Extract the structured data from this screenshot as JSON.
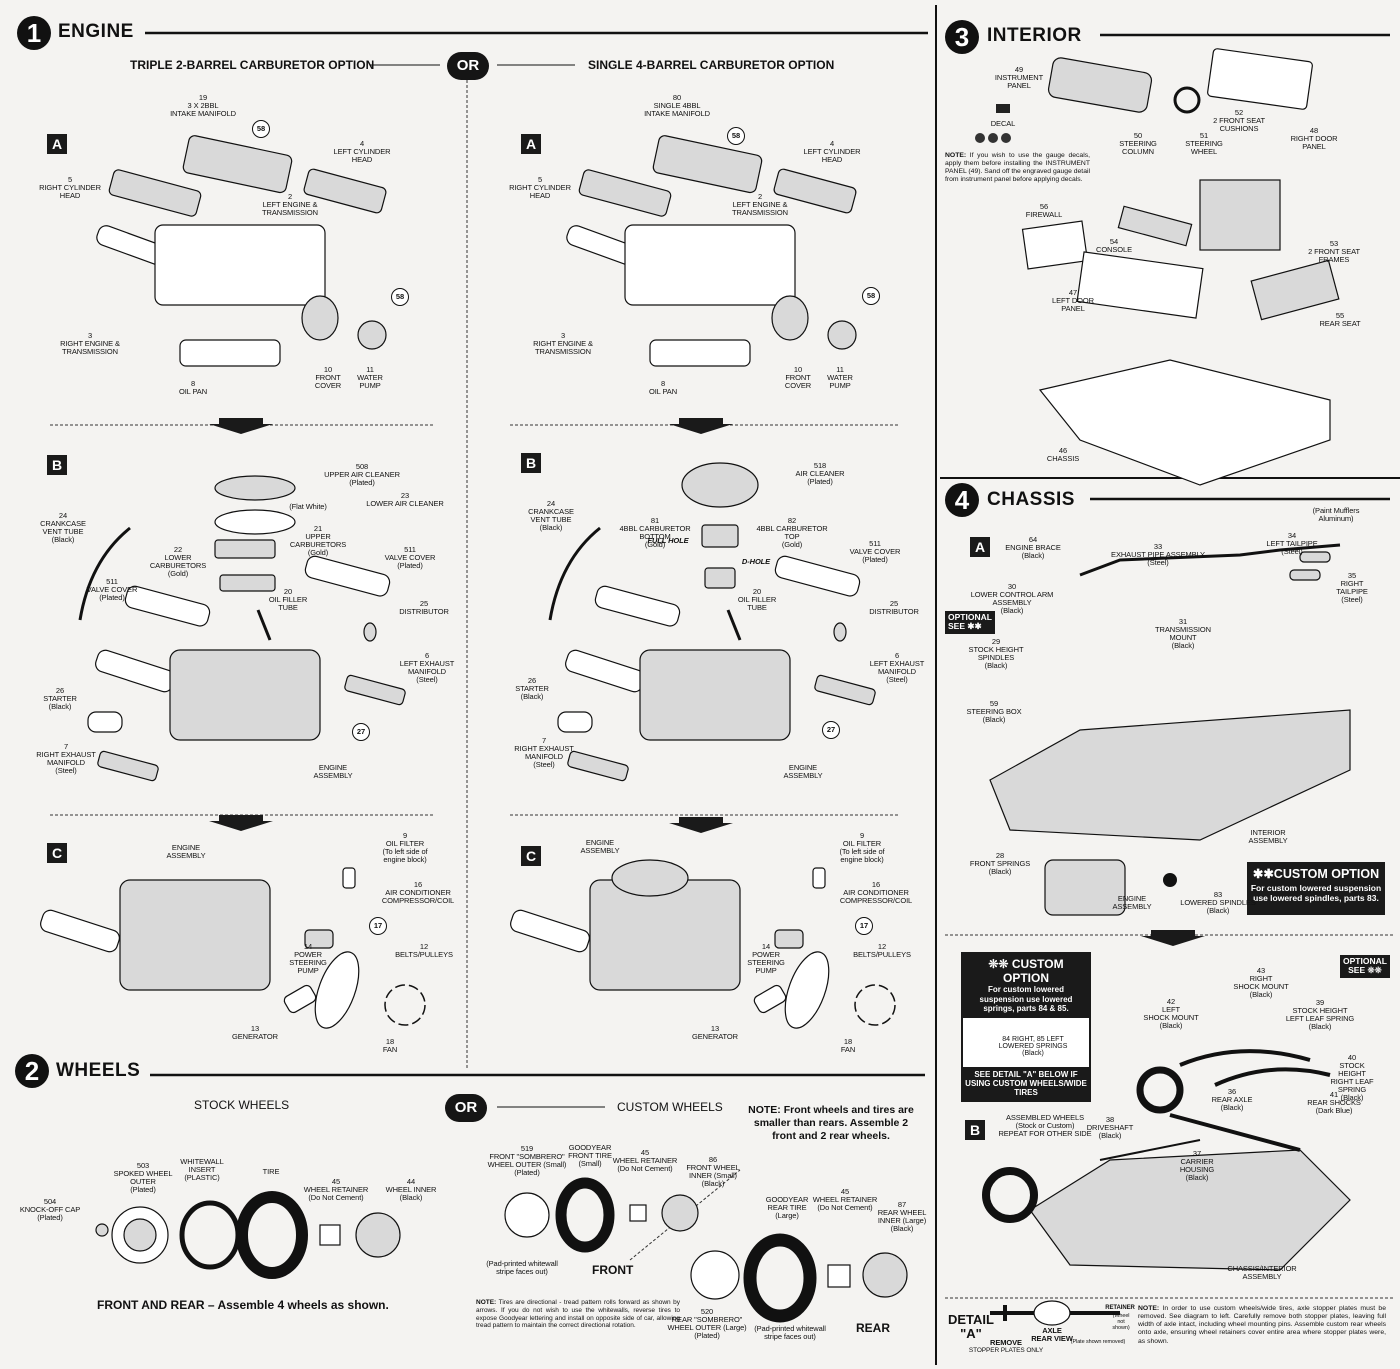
{
  "engine": {
    "num": "1",
    "title": "ENGINE",
    "or": "OR",
    "left_option": "TRIPLE 2-BARREL CARBURETOR OPTION",
    "right_option": "SINGLE 4-BARREL CARBURETOR OPTION",
    "steps": [
      "A",
      "B",
      "C"
    ],
    "callouts": {
      "a": "58",
      "b": "27",
      "c": "17"
    },
    "left": {
      "a": [
        "19\n3 X 2BBL\nINTAKE MANIFOLD",
        "4\nLEFT CYLINDER\nHEAD",
        "5\nRIGHT CYLINDER\nHEAD",
        "2\nLEFT ENGINE &\nTRANSMISSION",
        "3\nRIGHT ENGINE &\nTRANSMISSION",
        "8\nOIL PAN",
        "10\nFRONT\nCOVER",
        "11\nWATER\nPUMP"
      ],
      "b": [
        "508\nUPPER AIR CLEANER\n(Plated)",
        "(Flat White)",
        "23\nLOWER AIR CLEANER",
        "24\nCRANKCASE\nVENT TUBE\n(Black)",
        "21\nUPPER\nCARBURETORS\n(Gold)",
        "22\nLOWER\nCARBURETORS\n(Gold)",
        "511\nVALVE COVER\n(Plated)",
        "511\nVALVE COVER\n(Plated)",
        "20\nOIL FILLER\nTUBE",
        "25\nDISTRIBUTOR",
        "6\nLEFT EXHAUST\nMANIFOLD\n(Steel)",
        "26\nSTARTER\n(Black)",
        "7\nRIGHT EXHAUST\nMANIFOLD\n(Steel)",
        "ENGINE\nASSEMBLY"
      ],
      "c": [
        "ENGINE\nASSEMBLY",
        "9\nOIL FILTER\n(To left side of\nengine block)",
        "16\nAIR CONDITIONER\nCOMPRESSOR/COIL",
        "12\nBELTS/PULLEYS",
        "14\nPOWER\nSTEERING\nPUMP",
        "13\nGENERATOR",
        "18\nFAN"
      ]
    },
    "right": {
      "a": [
        "80\nSINGLE 4BBL\nINTAKE MANIFOLD",
        "4\nLEFT CYLINDER\nHEAD",
        "5\nRIGHT CYLINDER\nHEAD",
        "2\nLEFT ENGINE &\nTRANSMISSION",
        "3\nRIGHT ENGINE &\nTRANSMISSION",
        "8\nOIL PAN",
        "10\nFRONT\nCOVER",
        "11\nWATER\nPUMP"
      ],
      "b": [
        "518\nAIR CLEANER\n(Plated)",
        "24\nCRANKCASE\nVENT TUBE\n(Black)",
        "81\n4BBL CARBURETOR\nBOTTOM\n(Gold)",
        "82\n4BBL CARBURETOR\nTOP\n(Gold)",
        "FULL HOLE",
        "D-HOLE",
        "511\nVALVE COVER\n(Plated)",
        "20\nOIL FILLER\nTUBE",
        "25\nDISTRIBUTOR",
        "6\nLEFT EXHAUST\nMANIFOLD\n(Steel)",
        "26\nSTARTER\n(Black)",
        "7\nRIGHT EXHAUST\nMANIFOLD\n(Steel)",
        "ENGINE\nASSEMBLY"
      ],
      "c": [
        "ENGINE\nASSEMBLY",
        "9\nOIL FILTER\n(To left side of\nengine block)",
        "16\nAIR CONDITIONER\nCOMPRESSOR/COIL",
        "12\nBELTS/PULLEYS",
        "14\nPOWER\nSTEERING\nPUMP",
        "13\nGENERATOR",
        "18\nFAN"
      ]
    }
  },
  "wheels": {
    "num": "2",
    "title": "WHEELS",
    "or": "OR",
    "stock_title": "STOCK WHEELS",
    "custom_title": "CUSTOM WHEELS",
    "size_note": "NOTE: Front wheels and tires are smaller than rears. Assemble 2 front and 2 rear wheels.",
    "stock": [
      "503\nSPOKED WHEEL\nOUTER\n(Plated)",
      "WHITEWALL\nINSERT\n(PLASTIC)",
      "TIRE",
      "45\nWHEEL RETAINER\n(Do Not Cement)",
      "44\nWHEEL INNER\n(Black)",
      "504\nKNOCK-OFF CAP\n(Plated)"
    ],
    "stock_caption": "FRONT AND REAR – Assemble 4 wheels as shown.",
    "custom": [
      "519\nFRONT \"SOMBRERO\"\nWHEEL OUTER (Small)\n(Plated)",
      "GOODYEAR\nFRONT TIRE\n(Small)",
      "45\nWHEEL RETAINER\n(Do Not Cement)",
      "86\nFRONT WHEEL\nINNER (Small)\n(Black)",
      "GOODYEAR\nREAR TIRE\n(Large)",
      "45\nWHEEL RETAINER\n(Do Not Cement)",
      "87\nREAR WHEEL\nINNER (Large)\n(Black)",
      "(Pad-printed whitewall\nstripe faces out)",
      "520\nREAR \"SOMBRERO\"\nWHEEL OUTER (Large)\n(Plated)",
      "(Pad-printed whitewall\nstripe faces out)"
    ],
    "front_label": "FRONT",
    "rear_label": "REAR",
    "tire_note_head": "NOTE:",
    "tire_note": "Tires are directional - tread pattern rolls forward as shown by arrows. If you do not wish to use the whitewalls, reverse tires to expose Goodyear lettering and install on opposite side of car, allowing tread pattern to maintain the correct directional rotation."
  },
  "interior": {
    "num": "3",
    "title": "INTERIOR",
    "labels": [
      "49\nINSTRUMENT\nPANEL",
      "DECAL",
      "50\nSTEERING\nCOLUMN",
      "51\nSTEERING\nWHEEL",
      "52\n2 FRONT SEAT\nCUSHIONS",
      "48\nRIGHT DOOR\nPANEL",
      "56\nFIREWALL",
      "54\nCONSOLE",
      "53\n2 FRONT SEAT FRAMES",
      "47\nLEFT DOOR\nPANEL",
      "55\nREAR SEAT",
      "46\nCHASSIS"
    ],
    "note_head": "NOTE:",
    "note": "If you wish to use the gauge decals, apply them before installing the INSTRUMENT PANEL (49). Sand off the engraved gauge detail from instrument panel before applying decals."
  },
  "chassis": {
    "num": "4",
    "title": "CHASSIS",
    "steps": [
      "A",
      "B"
    ],
    "a": [
      "(Paint Mufflers\nAluminum)",
      "64\nENGINE BRACE\n(Black)",
      "33\nEXHAUST PIPE ASSEMBLY\n(Steel)",
      "34\nLEFT TAILPIPE\n(Steel)",
      "35\nRIGHT TAILPIPE\n(Steel)",
      "30\nLOWER CONTROL ARM\nASSEMBLY\n(Black)",
      "29\nSTOCK HEIGHT\nSPINDLES\n(Black)",
      "31\nTRANSMISSION\nMOUNT\n(Black)",
      "59\nSTEERING BOX\n(Black)",
      "INTERIOR\nASSEMBLY",
      "28\nFRONT SPRINGS\n(Black)",
      "ENGINE\nASSEMBLY",
      "83\nLOWERED SPINDLES\n(Black)"
    ],
    "optional_1": "OPTIONAL\nSEE ✱✱",
    "custom_1_title": "✱✱CUSTOM OPTION",
    "custom_1_text": "For custom lowered suspension use lowered spindles, parts 83.",
    "custom_2_title": "❊❊ CUSTOM OPTION",
    "custom_2_text": "For custom lowered suspension use lowered springs, parts 84 & 85.",
    "custom_2_part": "84 RIGHT, 85 LEFT\nLOWERED SPRINGS\n(Black)",
    "custom_2_footer": "SEE DETAIL \"A\" BELOW IF USING CUSTOM WHEELS/WIDE TIRES",
    "optional_2": "OPTIONAL\nSEE ❊❊",
    "b": [
      "43\nRIGHT\nSHOCK MOUNT\n(Black)",
      "42\nLEFT\nSHOCK MOUNT\n(Black)",
      "39\nSTOCK HEIGHT\nLEFT LEAF SPRING\n(Black)",
      "40\nSTOCK HEIGHT\nRIGHT LEAF SPRING\n(Black)",
      "36\nREAR AXLE\n(Black)",
      "41\nREAR SHOCKS\n(Dark Blue)",
      "ASSEMBLED WHEELS\n(Stock or Custom)\nREPEAT FOR OTHER SIDE",
      "38\nDRIVESHAFT\n(Black)",
      "37\nCARRIER\nHOUSING\n(Black)",
      "CHASSIS/INTERIOR\nASSEMBLY"
    ],
    "detail": {
      "title": "DETAIL\n\"A\"",
      "remove": "REMOVE",
      "remove_sub": "STOPPER PLATES ONLY",
      "axle": "AXLE\nREAR VIEW",
      "retainer": "RETAINER",
      "wheel_not_shown": "(Wheel\nnot\nshown)",
      "plate_removed": "(Plate shown removed)",
      "note_head": "NOTE:",
      "note": "In order to use custom wheels/wide tires, axle stopper plates must be removed. See diagram to left. Carefully remove both stopper plates, leaving full width of axle intact, including wheel mounting pins. Assemble custom rear wheels onto axle, ensuring wheel retainers cover entire area where stopper plates were, as shown."
    }
  }
}
